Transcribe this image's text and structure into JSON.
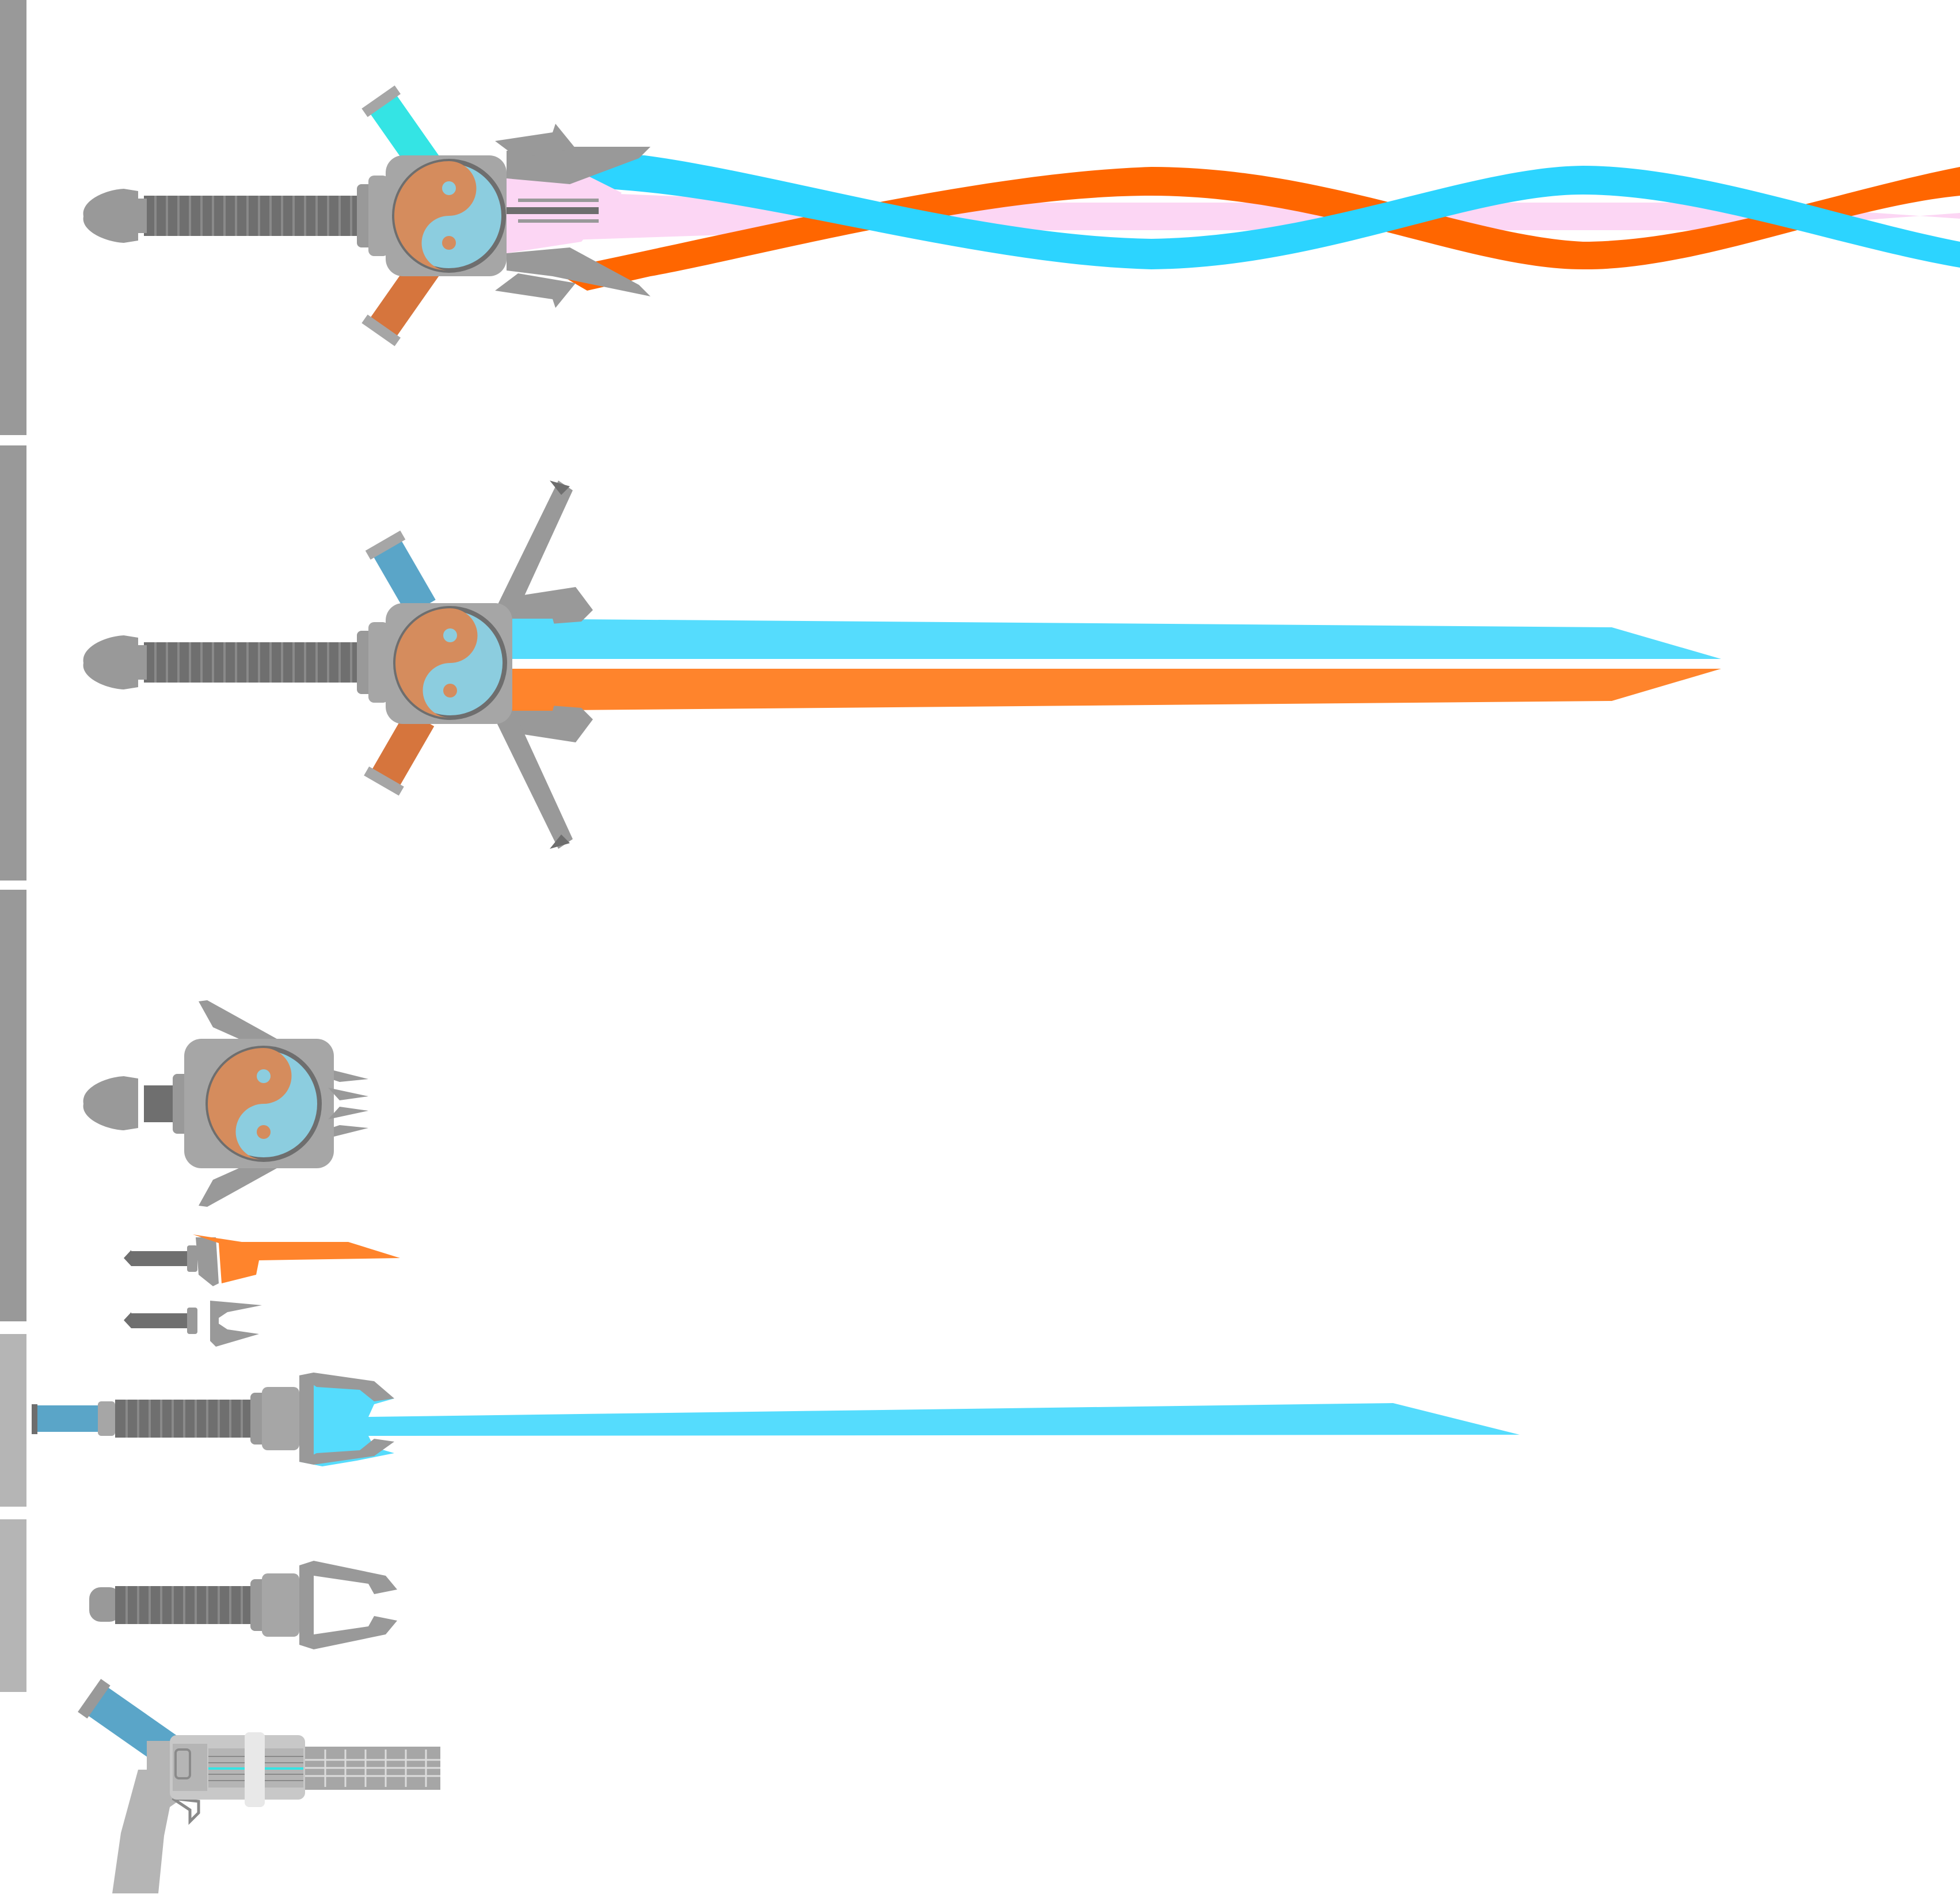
{
  "colors": {
    "background": "#ffffff",
    "metal_light": "#a6a6a6",
    "metal": "#999999",
    "metal_dark": "#6e6e6e",
    "metal_stroke": "#5e5e5e",
    "grip_dark": "#6f6f6f",
    "blue_blade": "#55dcfd",
    "blue_bright": "#2cd4ff",
    "orange_blade": "#ff842c",
    "orange_bright": "#ff6600",
    "pink": "#fcd6f4",
    "yin_orange": "#d58c5d",
    "yin_blue": "#8ccddf",
    "cyan_grip": "#34e4e4",
    "steel_blue_grip": "#5aa5c8",
    "copper_grip": "#d6753d",
    "sidebar_dark": "#999999",
    "sidebar_light": "#b5b5b5",
    "gun_body": "#b5b5b5"
  },
  "icons": [
    "twin-spiral-yin-yang-sword-icon",
    "dual-blade-yin-yang-sword-icon",
    "yin-yang-hilt-compact-icon",
    "small-orange-dagger-icon",
    "small-empty-hilt-icon",
    "blue-saber-icon",
    "empty-saber-hilt-icon",
    "blaster-pistol-icon"
  ],
  "sidebar": {
    "segments": [
      {
        "tone": "dark"
      },
      {
        "tone": "dark"
      },
      {
        "tone": "dark"
      },
      {
        "tone": "light"
      },
      {
        "tone": "light"
      }
    ]
  }
}
